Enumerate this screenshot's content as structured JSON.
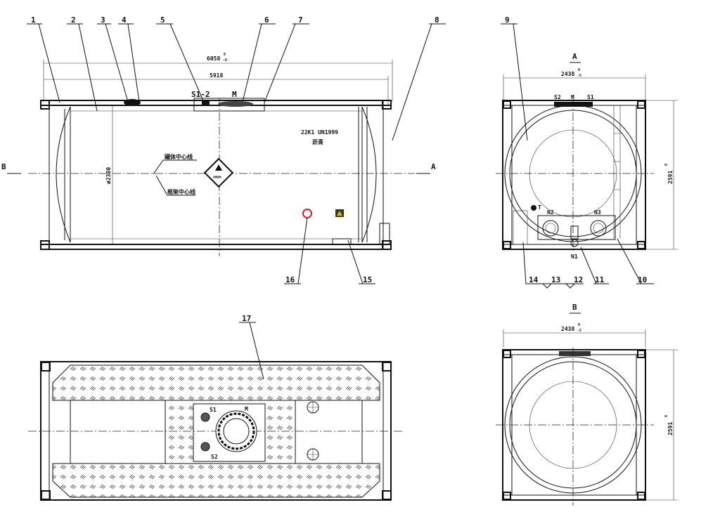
{
  "callouts": [
    "1",
    "2",
    "3",
    "4",
    "5",
    "6",
    "7",
    "8",
    "9",
    "10",
    "11",
    "12",
    "13",
    "14",
    "15",
    "16",
    "17"
  ],
  "dimensions": {
    "overall_length": "6058",
    "overall_length_tol_upper": "0",
    "overall_length_tol_lower": "-6",
    "tank_length": "5918",
    "tank_diameter": "ø2380",
    "width_a": "2438",
    "width_a_tol_upper": "0",
    "width_a_tol_lower": "-5",
    "height_a": "2591",
    "height_a_tol_upper": "0",
    "height_a_tol_lower": "-5",
    "width_b": "2438",
    "width_b_tol_upper": "0",
    "width_b_tol_lower": "-5",
    "height_b": "2591",
    "height_b_tol_upper": "0",
    "height_b_tol_lower": "-5"
  },
  "side_view": {
    "fitting_s12": "S1-2",
    "fitting_m": "M",
    "tank_code": "22K1  UN1999",
    "cargo": "沥青",
    "tank_centerline": "罐体中心线",
    "frame_centerline": "框架中心线",
    "view_b_arrow": "B",
    "view_a_arrow": "A",
    "hazard_label_text": "易燃液体"
  },
  "view_a": {
    "title": "A",
    "s2": "S2",
    "m": "M",
    "s1": "S1",
    "t": "T",
    "n2": "N2",
    "n3": "N3",
    "n1": "N1"
  },
  "view_b": {
    "title": "B"
  },
  "top_view": {
    "s1": "S1",
    "m": "M",
    "s2": "S2"
  },
  "colors": {
    "line": "#111111",
    "warning_red": "#c0262d",
    "warning_yellow": "#e5b800"
  }
}
